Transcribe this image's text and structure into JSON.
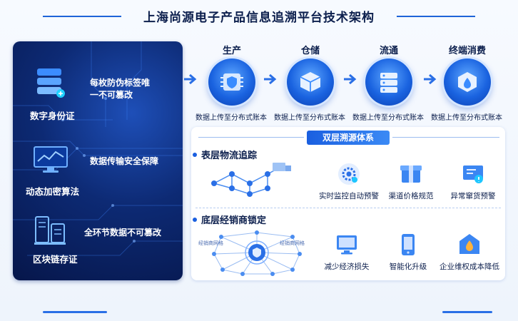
{
  "title": "上海尚源电子产品信息追溯平台技术架构",
  "left_panel": {
    "items": [
      {
        "label": "数字身份证",
        "desc_line1": "每枚防伪标签唯",
        "desc_line2": "一不可篡改"
      },
      {
        "label": "动态加密算法",
        "desc_line1": "数据传输安全保障",
        "desc_line2": ""
      },
      {
        "label": "区块链存证",
        "desc_line1": "全环节数据不可篡改",
        "desc_line2": ""
      }
    ]
  },
  "stages": [
    {
      "title": "生产",
      "caption": "数据上传至分布式账本",
      "icon": "chip-shield-icon"
    },
    {
      "title": "仓储",
      "caption": "数据上传至分布式账本",
      "icon": "box-icon"
    },
    {
      "title": "流通",
      "caption": "数据上传至分布式账本",
      "icon": "server-icon"
    },
    {
      "title": "终端消费",
      "caption": "数据上传至分布式账本",
      "icon": "bag-icon"
    }
  ],
  "dual_layer": {
    "header": "双层溯源体系",
    "surface": {
      "title": "表层物流追踪",
      "features": [
        {
          "label": "实时监控自动预警",
          "icon": "gear-monitor-icon"
        },
        {
          "label": "渠道价格规范",
          "icon": "package-icon"
        },
        {
          "label": "异常窜货预警",
          "icon": "alert-screen-icon"
        }
      ]
    },
    "bottom": {
      "title": "底层经销商锁定",
      "net_left": "经销商网格",
      "net_right": "经销商网格",
      "features": [
        {
          "label": "减少经济损失",
          "icon": "monitor-icon"
        },
        {
          "label": "智能化升级",
          "icon": "tablet-icon"
        },
        {
          "label": "企业维权成本降低",
          "icon": "shield-house-icon"
        }
      ]
    }
  },
  "colors": {
    "accent": "#1a5fe0",
    "panel_dark": "#06164a",
    "text": "#0c1f4d"
  }
}
